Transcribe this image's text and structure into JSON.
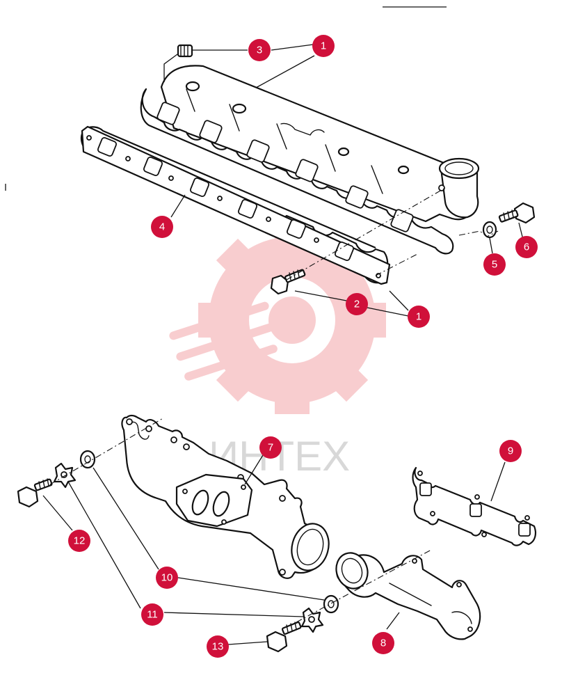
{
  "watermark": {
    "logo_text": "ИНТЕХ",
    "color": "#e0202a"
  },
  "colors": {
    "callout_fill": "#d0103a",
    "callout_text": "#ffffff",
    "line": "#111111"
  },
  "callouts": {
    "c1_top": "1",
    "c3": "3",
    "c4": "4",
    "c5": "5",
    "c6": "6",
    "c2": "2",
    "c1_mid": "1",
    "c7": "7",
    "c9": "9",
    "c12": "12",
    "c10": "10",
    "c11": "11",
    "c13": "13",
    "c8": "8"
  }
}
